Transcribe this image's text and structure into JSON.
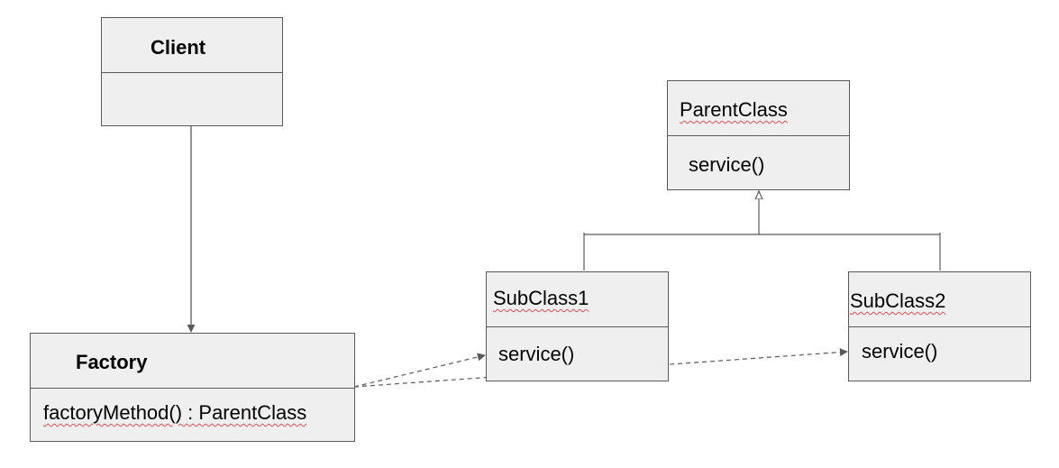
{
  "colors": {
    "box_fill": "#efefef",
    "border": "#595959",
    "line": "#595959",
    "spell_underline": "#e05050"
  },
  "classes": {
    "client": {
      "name": "Client",
      "body": ""
    },
    "factory": {
      "name": "Factory",
      "body": "factoryMethod() : ParentClass"
    },
    "parent": {
      "name": "ParentClass",
      "body": "service()"
    },
    "sub1": {
      "name": "SubClass1",
      "body": "service()"
    },
    "sub2": {
      "name": "SubClass2",
      "body": "service()"
    }
  },
  "relationships": [
    {
      "from": "client",
      "to": "factory",
      "kind": "association"
    },
    {
      "from": "factory",
      "to": "sub1",
      "kind": "dependency"
    },
    {
      "from": "factory",
      "to": "sub2",
      "kind": "dependency"
    },
    {
      "from": "sub1",
      "to": "parent",
      "kind": "generalization"
    },
    {
      "from": "sub2",
      "to": "parent",
      "kind": "generalization"
    }
  ]
}
